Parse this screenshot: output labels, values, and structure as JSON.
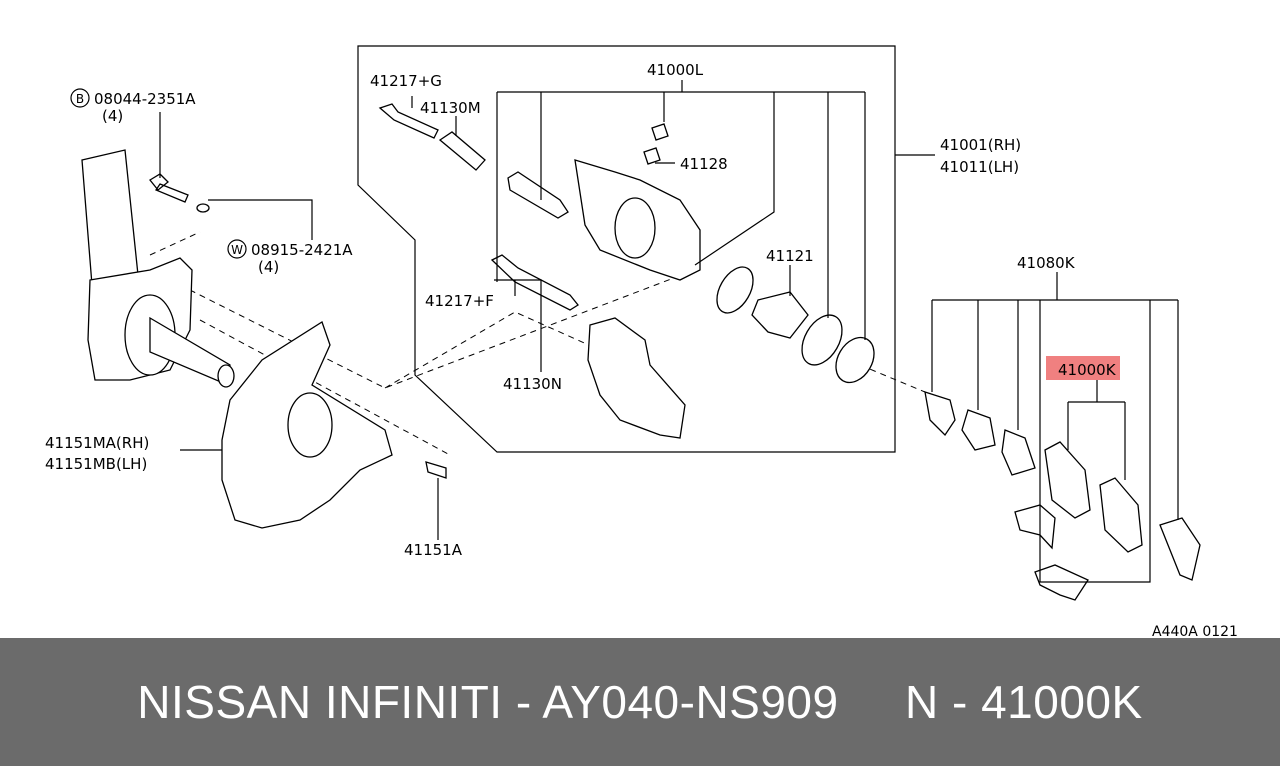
{
  "diagram": {
    "code": "A440A 0121",
    "labels": {
      "bolt_b": "08044-2351A",
      "bolt_b_qty": "(4)",
      "washer_w": "08915-2421A",
      "washer_w_qty": "(4)",
      "callout_b": "B",
      "callout_w": "W",
      "pin_g": "41217+G",
      "boot_m": "41130M",
      "caliper_lh": "41000L",
      "bleeder": "41128",
      "assy_rh": "41001(RH)",
      "assy_lh": "41011(LH)",
      "pin_f": "41217+F",
      "boot_n": "41130N",
      "seal": "41121",
      "pad_kit": "41080K",
      "pad_highlight": "41000K",
      "plate_rh": "41151MA(RH)",
      "plate_lh": "41151MB(LH)",
      "plate_bolt": "41151A"
    },
    "highlight_color": "#f08080"
  },
  "footer": {
    "title": "NISSAN INFINITI - AY040-NS909     N - 41000K",
    "background": "#6b6b6b",
    "text_color": "#ffffff"
  }
}
